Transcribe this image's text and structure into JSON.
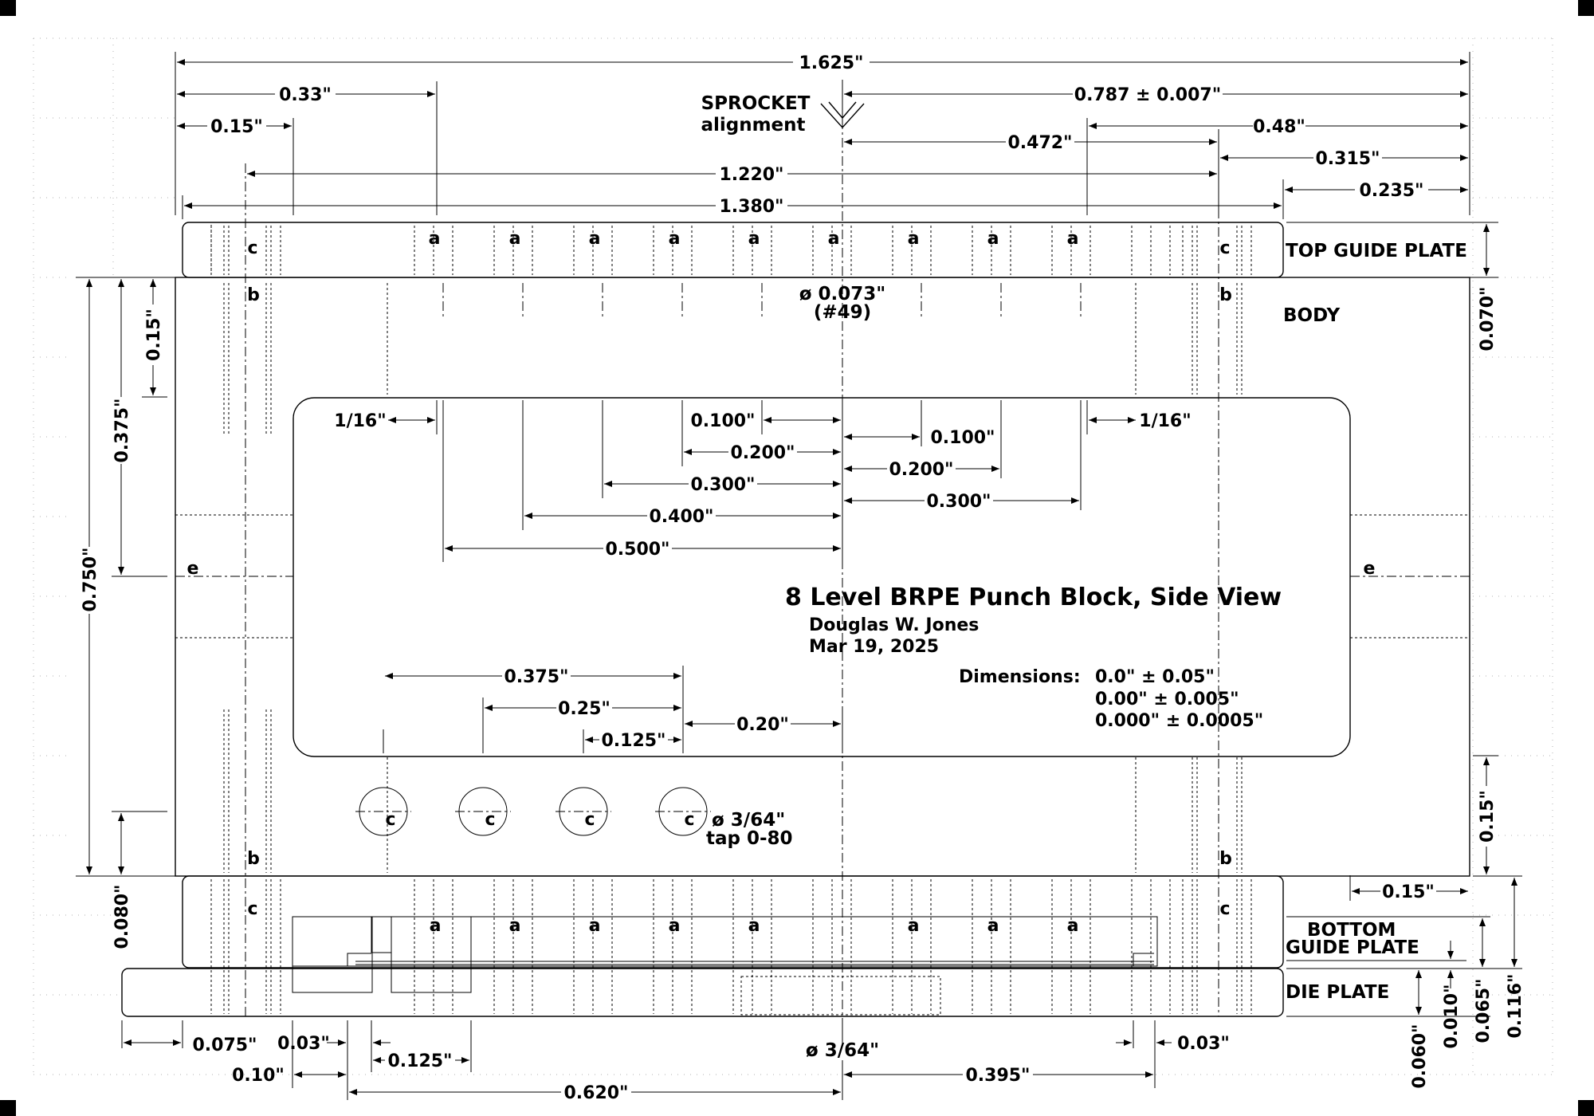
{
  "title": {
    "main": "8 Level BRPE Punch Block, Side View",
    "author": "Douglas W. Jones",
    "date": "Mar 19, 2025"
  },
  "tolerances": {
    "label": "Dimensions:",
    "lines": [
      "0.0\" ± 0.05\"",
      "0.00\" ± 0.005\"",
      "0.000\" ± 0.0005\""
    ]
  },
  "parts": {
    "top_guide_plate": "TOP GUIDE PLATE",
    "body": "BODY",
    "bottom_guide_plate_1": "BOTTOM",
    "bottom_guide_plate_2": "GUIDE PLATE",
    "die_plate": "DIE PLATE"
  },
  "notes": {
    "sprocket_1": "SPROCKET",
    "sprocket_2": "alignment",
    "hole_size": "ø 0.073\"",
    "hole_drill": "(#49)",
    "tap_size": "ø 3/64\"",
    "tap_label": "tap 0-80",
    "die_hole": "ø 3/64\""
  },
  "markers": {
    "a": "a",
    "b": "b",
    "c": "c",
    "e": "e"
  },
  "dims": {
    "overall": "1.625\"",
    "d033": "0.33\"",
    "d015_top": "0.15\"",
    "d0787": "0.787 ± 0.007\"",
    "d048": "0.48\"",
    "d0472": "0.472\"",
    "d1220": "1.220\"",
    "d0315": "0.315\"",
    "d1380": "1.380\"",
    "d0235": "0.235\"",
    "d0070": "0.070\"",
    "d0750": "0.750\"",
    "d0375_v": "0.375\"",
    "d015_v": "0.15\"",
    "d116_l": "1/16\"",
    "d116_r": "1/16\"",
    "l0100": "0.100\"",
    "l0200": "0.200\"",
    "l0300": "0.300\"",
    "l0400": "0.400\"",
    "l0500": "0.500\"",
    "r0100": "0.100\"",
    "r0200": "0.200\"",
    "r0300": "0.300\"",
    "t0375": "0.375\"",
    "t025": "0.25\"",
    "t0125": "0.125\"",
    "t020": "0.20\"",
    "d015_rv": "0.15\"",
    "d0080": "0.080\"",
    "d015_h": "0.15\"",
    "d0060": "0.060\"",
    "d0010": "0.010\"",
    "d0065": "0.065\"",
    "d0116": "0.116\"",
    "b0075": "0.075\"",
    "b003_l": "0.03\"",
    "b0125": "0.125\"",
    "b010": "0.10\"",
    "b0620": "0.620\"",
    "b0395": "0.395\"",
    "b003_r": "0.03\""
  }
}
